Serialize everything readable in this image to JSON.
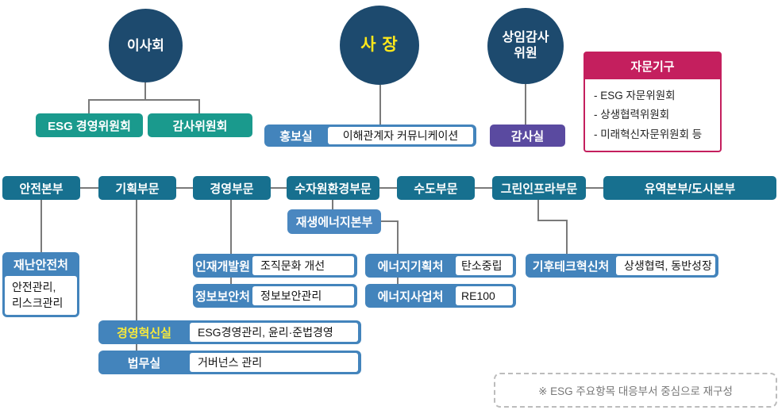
{
  "org": {
    "board": {
      "label": "이사회"
    },
    "board_committees": [
      {
        "label": "ESG 경영위원회"
      },
      {
        "label": "감사위원회"
      }
    ],
    "president": {
      "label": "사 장"
    },
    "pr": {
      "label": "홍보실",
      "note": "이해관계자 커뮤니케이션"
    },
    "auditor": {
      "line1": "상임감사",
      "line2": "위원"
    },
    "audit_office": {
      "label": "감사실"
    },
    "advisory": {
      "title": "자문기구",
      "items": [
        "- ESG 자문위원회",
        "- 상생협력위원회",
        "- 미래혁신자문위원회 등"
      ]
    },
    "divisions": [
      {
        "label": "안전본부"
      },
      {
        "label": "기획부문"
      },
      {
        "label": "경영부문"
      },
      {
        "label": "수자원환경부문"
      },
      {
        "label": "수도부문"
      },
      {
        "label": "그린인프라부문"
      },
      {
        "label": "유역본부/도시본부"
      }
    ],
    "safety_unit": {
      "label": "재난안전처",
      "desc_line1": "안전관리,",
      "desc_line2": "리스크관리"
    },
    "renewable": {
      "label": "재생에너지본부"
    },
    "dept_rows": [
      {
        "label": "인재개발원",
        "note": "조직문화 개선"
      },
      {
        "label": "정보보안처",
        "note": "정보보안관리"
      },
      {
        "label": "에너지기획처",
        "note": "탄소중립"
      },
      {
        "label": "에너지사업처",
        "note": "RE100"
      },
      {
        "label": "기후테크혁신처",
        "note": "상생협력, 동반성장"
      },
      {
        "label": "경영혁신실",
        "note": "ESG경영관리, 윤리·준법경영"
      },
      {
        "label": "법무실",
        "note": "거버넌스 관리"
      }
    ],
    "footnote": "※ ESG 주요항목 대응부서 중심으로 재구성",
    "colors": {
      "circle_navy": "#1d4a6e",
      "division_band": "#17708f",
      "committee_teal": "#1a9a8d",
      "dept_blue": "#4384bc",
      "renewable_blue": "#4a87c0",
      "audit_purple": "#5a4aa0",
      "advisory_crimson": "#c41f5e",
      "president_yellow": "#ffe81a",
      "innovation_yellow": "#f7e93c",
      "connector_gray": "#7a7a7a"
    }
  }
}
